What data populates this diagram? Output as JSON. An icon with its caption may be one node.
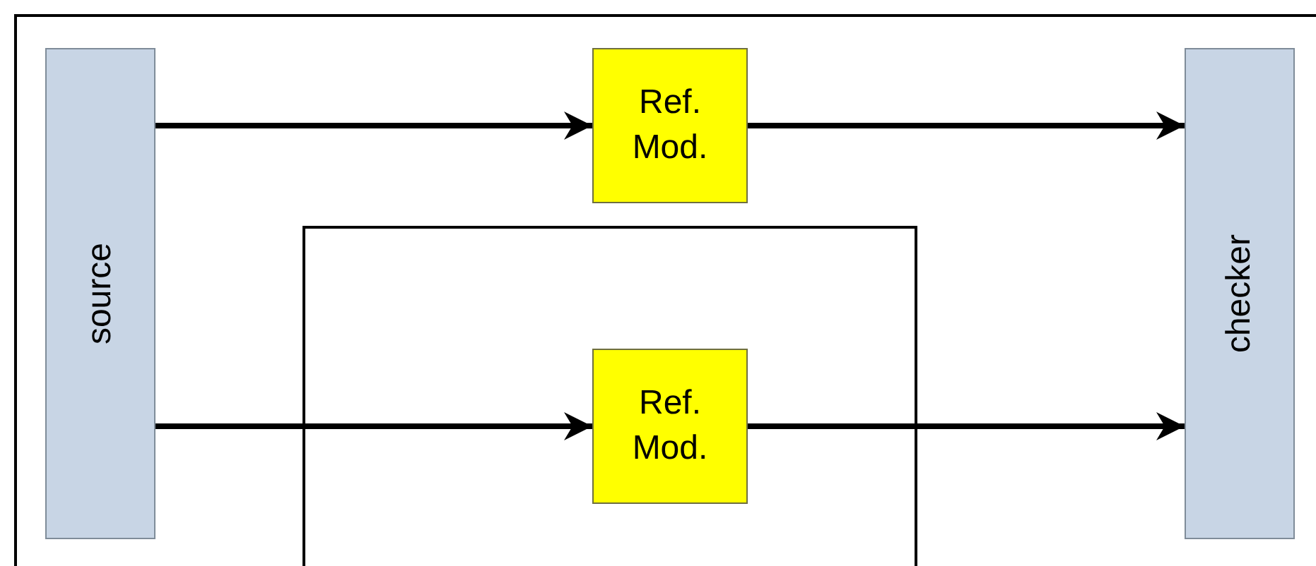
{
  "diagram": {
    "nodes": [
      {
        "text": [
          "source"
        ]
      },
      {
        "text": [
          "Ref. Mod."
        ]
      },
      {
        "text": [
          "checker"
        ]
      },
      {
        "text": [],
        "shape": "box"
      },
      {
        "text": [
          "Ref. Mod."
        ],
        "in": 3
      }
    ],
    "edges": [
      {
        "from": 0,
        "to": 1,
        "arrow": "to"
      },
      {
        "from": 1,
        "to": 2,
        "arrow": "to"
      },
      {
        "from": 0,
        "to": 4,
        "arrow": "to"
      },
      {
        "from": 4,
        "to": 2,
        "arrow": "to"
      }
    ]
  }
}
